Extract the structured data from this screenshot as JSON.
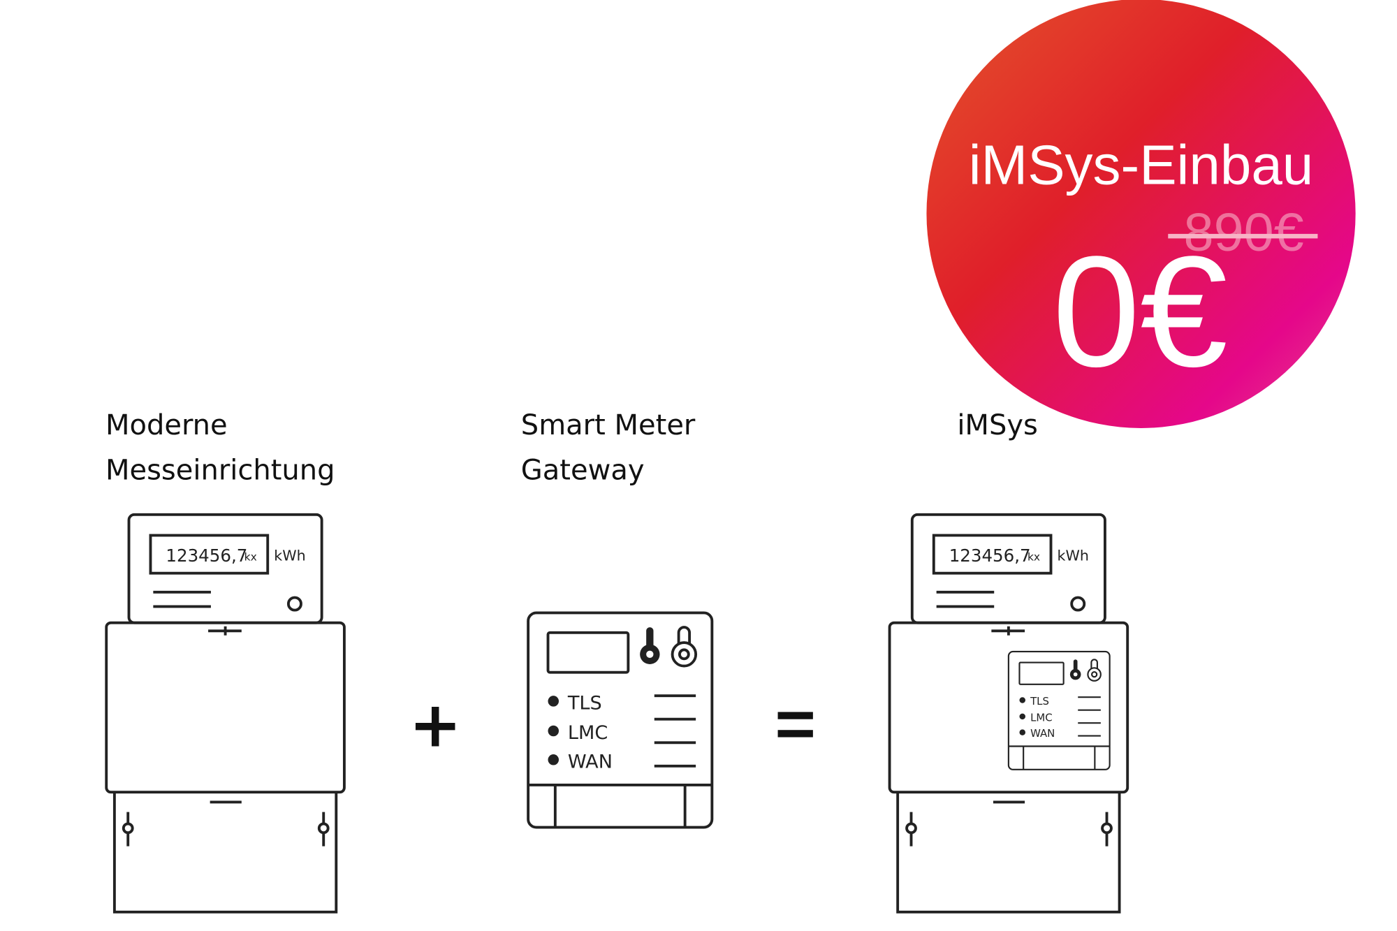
{
  "badge": {
    "title": "iMSys-Einbau",
    "old_price": "890€",
    "new_price": "0€",
    "colors": {
      "start": "#e4542b",
      "mid": "#e01f2a",
      "end": "#e5078a"
    }
  },
  "labels": {
    "mme_line1": "Moderne",
    "mme_line2": "Messeinrichtung",
    "smgw_line1": "Smart Meter",
    "smgw_line2": "Gateway",
    "imsys": "iMSys"
  },
  "meter": {
    "reading": "123456,7",
    "reading_suffix": "kx",
    "unit": "kWh"
  },
  "gateway": {
    "leds": [
      "TLS",
      "LMC",
      "WAN"
    ]
  },
  "operators": {
    "plus": "+",
    "equals": "="
  }
}
